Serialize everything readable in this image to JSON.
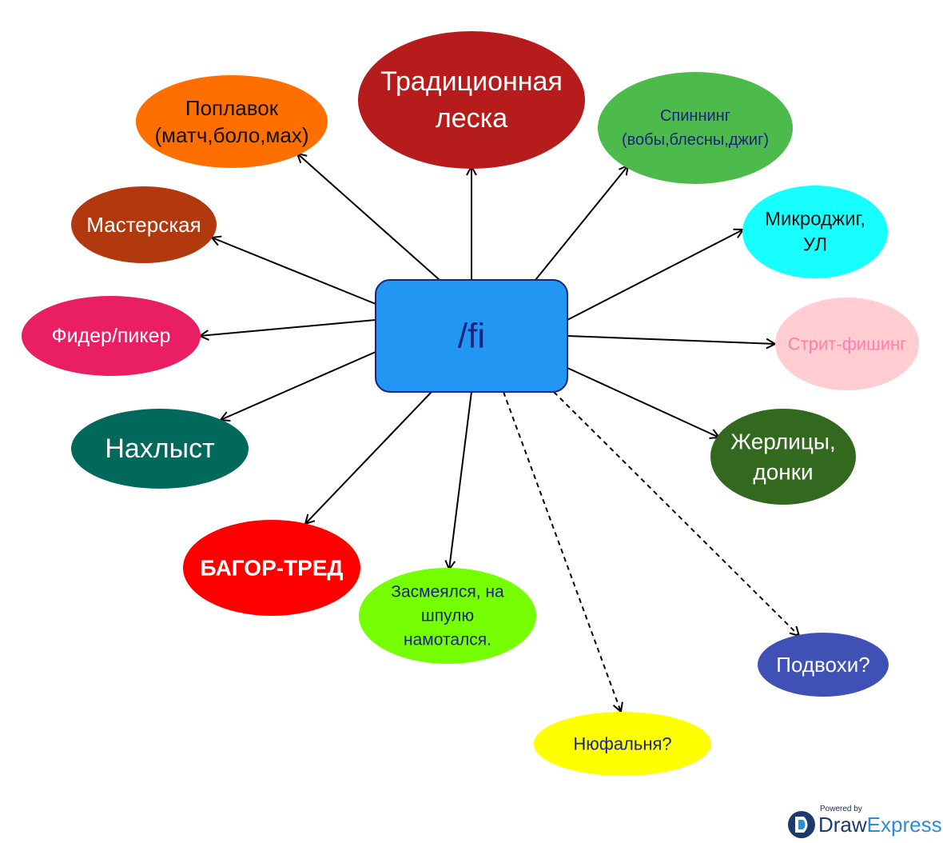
{
  "center": {
    "label": "/fi",
    "color": "#2196f3",
    "border": "#1a237e",
    "text_color": "#1a237e"
  },
  "nodes": [
    {
      "id": "poplavok",
      "lines": [
        "Поплавок",
        "(матч,боло,мах)"
      ],
      "fill": "#ff6f00",
      "text": "#111111",
      "dashed": false
    },
    {
      "id": "leska",
      "lines": [
        "Традиционная",
        "леска"
      ],
      "fill": "#b71c1c",
      "text": "#ffffff",
      "dashed": false
    },
    {
      "id": "spinning",
      "lines": [
        "Спиннинг",
        "(вобы,блесны,джиг)"
      ],
      "fill": "#4cbb4c",
      "text": "#1a237e",
      "dashed": false
    },
    {
      "id": "masterskaya",
      "lines": [
        "Мастерская"
      ],
      "fill": "#b2380e",
      "text": "#ffffff",
      "dashed": false
    },
    {
      "id": "mikrodzhig",
      "lines": [
        "Микроджиг,",
        "УЛ"
      ],
      "fill": "#18ffff",
      "text": "#111111",
      "dashed": false
    },
    {
      "id": "fider",
      "lines": [
        "Фидер/пикер"
      ],
      "fill": "#e91e63",
      "text": "#ffffff",
      "dashed": false
    },
    {
      "id": "strit",
      "lines": [
        "Стрит-фишинг"
      ],
      "fill": "#ffcdd2",
      "text": "#ff80ab",
      "dashed": false
    },
    {
      "id": "nahlyst",
      "lines": [
        "Нахлыст"
      ],
      "fill": "#00695c",
      "text": "#ffffff",
      "dashed": false
    },
    {
      "id": "zherlicy",
      "lines": [
        "Жерлицы,",
        "донки"
      ],
      "fill": "#33691e",
      "text": "#ffffff",
      "dashed": false
    },
    {
      "id": "bagor",
      "lines": [
        "БАГОР-ТРЕД"
      ],
      "fill": "#ff0000",
      "text": "#ffffff",
      "dashed": false
    },
    {
      "id": "zasmeyalsya",
      "lines": [
        "Засмеялся, на",
        "шпулю",
        "намотался."
      ],
      "fill": "#76ff03",
      "text": "#1a237e",
      "dashed": false
    },
    {
      "id": "nyufalnya",
      "lines": [
        "Нюфальня?"
      ],
      "fill": "#ffff00",
      "text": "#1a237e",
      "dashed": true
    },
    {
      "id": "podvohi",
      "lines": [
        "Подвохи?"
      ],
      "fill": "#3f51b5",
      "text": "#ffffff",
      "dashed": true
    }
  ],
  "watermark": {
    "small": "Powered by",
    "part1": "Draw",
    "part2": "Express"
  }
}
